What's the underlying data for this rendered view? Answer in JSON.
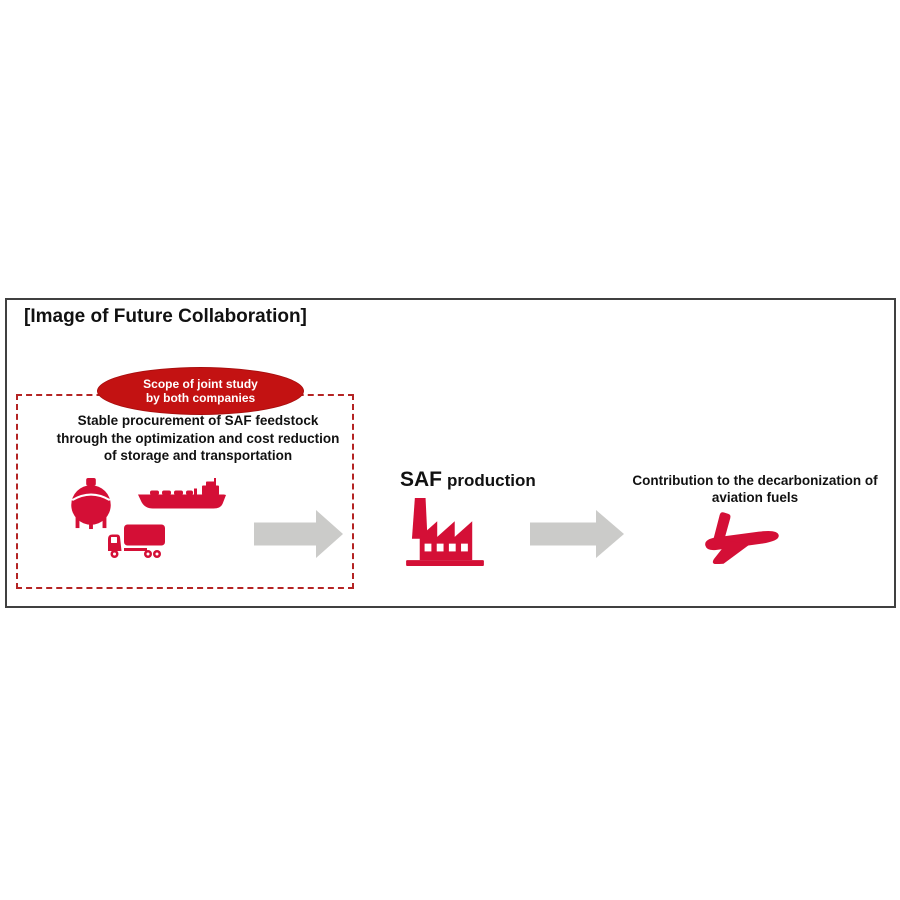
{
  "colors": {
    "accent_red": "#D40F36",
    "ellipse_red": "#C31212",
    "ellipse_border": "#A80E0E",
    "dashed_border": "#B42424",
    "arrow_gray": "#CBCBC9",
    "frame_border": "#404040",
    "text": "#111111"
  },
  "frame": {
    "title": "[Image of Future Collaboration]"
  },
  "scope_badge": {
    "lines": [
      "Scope of joint study",
      "by both companies"
    ]
  },
  "procurement": {
    "lines": [
      "Stable procurement of SAF feedstock",
      "through the optimization and cost reduction",
      "of storage and transportation"
    ],
    "icons": [
      "storage-tank-icon",
      "tanker-ship-icon",
      "truck-icon"
    ]
  },
  "production": {
    "primary": "SAF",
    "secondary": "production",
    "icon": "factory-icon"
  },
  "contribution": {
    "lines": [
      "Contribution to the decarbonization of",
      "aviation fuels"
    ],
    "icon": "airplane-icon"
  },
  "flow": {
    "arrows": [
      "procurement-to-production",
      "production-to-contribution"
    ]
  }
}
